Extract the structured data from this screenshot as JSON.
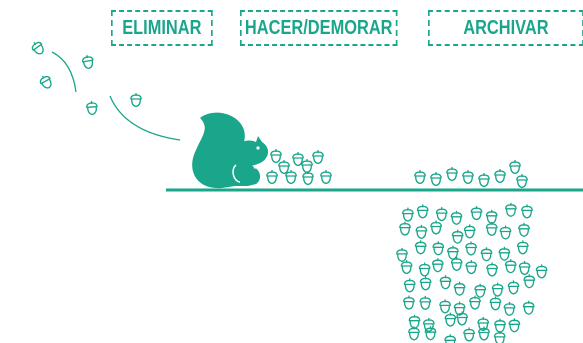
{
  "labels": {
    "eliminar": "ELIMINAR",
    "hacer": "HACER/DEMORAR",
    "archivar": "ARCHIVAR"
  },
  "colors": {
    "accent": "#1aa68b"
  },
  "icons": {
    "animal": "squirrel-icon",
    "item": "acorn-icon"
  }
}
